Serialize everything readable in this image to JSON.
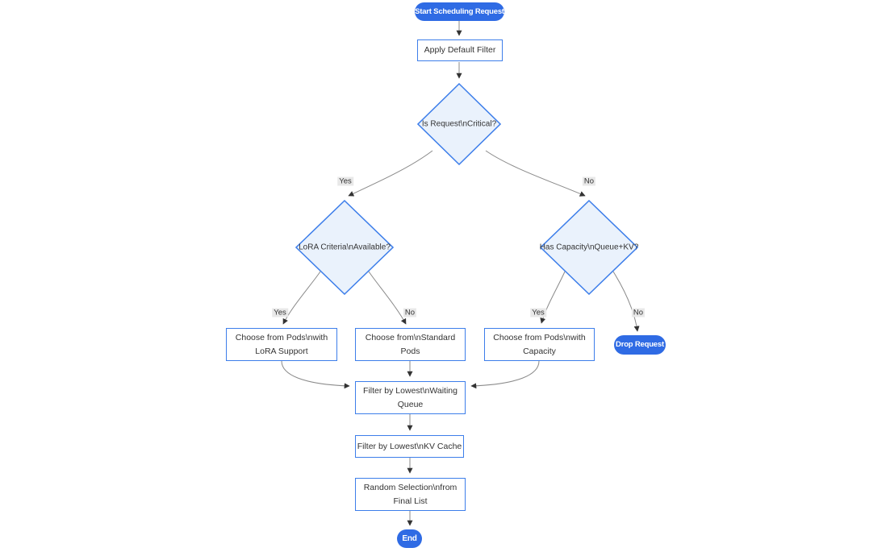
{
  "diagram": {
    "type": "flowchart",
    "nodes": {
      "start": {
        "label": "Start Scheduling Request",
        "shape": "pill"
      },
      "apply_filter": {
        "label": "Apply Default Filter",
        "shape": "rect"
      },
      "is_critical": {
        "label": "Is Request\\nCritical?",
        "shape": "decision"
      },
      "lora_criteria": {
        "label": "LoRA Criteria\\nAvailable?",
        "shape": "decision"
      },
      "has_capacity": {
        "label": "Has Capacity\\nQueue+KV?",
        "shape": "decision"
      },
      "choose_lora": {
        "label": "Choose from Pods\\nwith LoRA Support",
        "shape": "rect"
      },
      "choose_standard": {
        "label": "Choose from\\nStandard Pods",
        "shape": "rect"
      },
      "choose_capacity": {
        "label": "Choose from Pods\\nwith Capacity",
        "shape": "rect"
      },
      "drop_request": {
        "label": "Drop Request",
        "shape": "pill"
      },
      "filter_waiting": {
        "label": "Filter by Lowest\\nWaiting Queue",
        "shape": "rect"
      },
      "filter_kv": {
        "label": "Filter by Lowest\\nKV Cache",
        "shape": "rect"
      },
      "random_selection": {
        "label": "Random Selection\\nfrom Final List",
        "shape": "rect"
      },
      "end": {
        "label": "End",
        "shape": "pill"
      }
    },
    "edge_labels": {
      "critical_yes": "Yes",
      "critical_no": "No",
      "lora_yes": "Yes",
      "lora_no": "No",
      "capacity_yes": "Yes",
      "capacity_no": "No"
    },
    "colors": {
      "pill_fill": "#2F6BE4",
      "pill_text": "#FFFFFF",
      "node_border": "#3D7EEA",
      "decision_fill": "#EAF2FC",
      "rect_fill": "#FFFFFF",
      "edge_line": "#8A8A8A",
      "arrowhead": "#333333",
      "text": "#333333",
      "edge_label_bg": "#E8E8E8",
      "background": "#FFFFFF"
    }
  }
}
